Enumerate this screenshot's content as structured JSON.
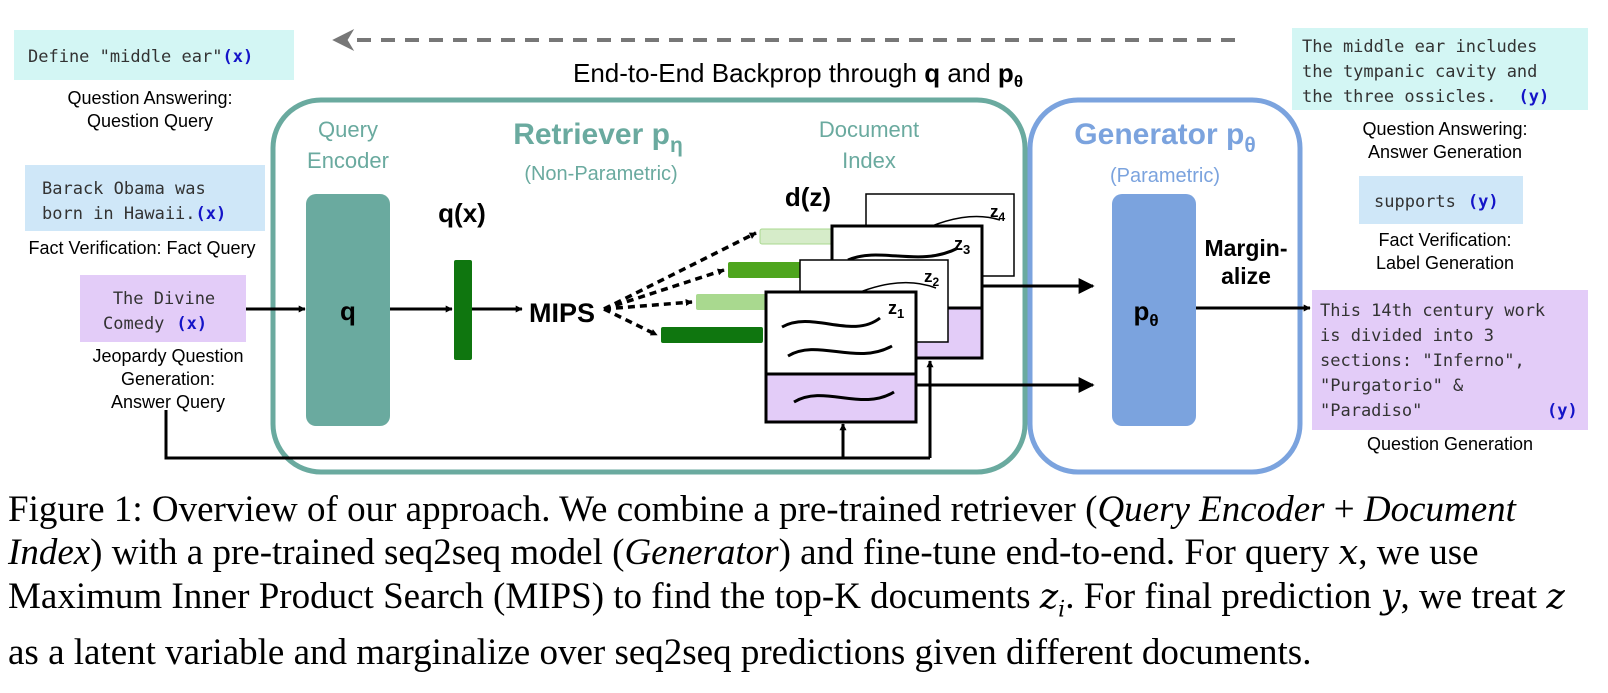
{
  "diagram": {
    "backprop_label_prefix": "End-to-End Backprop through ",
    "backprop_q": "q",
    "backprop_and": " and ",
    "backprop_p": "p",
    "backprop_p_sub": "θ",
    "inputs": {
      "qa": {
        "text_lines": [
          "Define \"middle ear\""
        ],
        "tag": "(x)",
        "label_lines": [
          "Question Answering:",
          "Question Query"
        ]
      },
      "fv": {
        "text_lines": [
          "Barack Obama was",
          "born in Hawaii."
        ],
        "tag": "(x)",
        "label_lines": [
          "Fact Verification: Fact Query"
        ]
      },
      "jeop": {
        "text_lines": [
          "The Divine",
          "Comedy"
        ],
        "tag": "(x)",
        "label_lines": [
          "Jeopardy Question",
          "Generation:",
          "Answer Query"
        ]
      }
    },
    "retriever": {
      "title": "Retriever p",
      "title_sub": "η",
      "subtitle": "(Non-Parametric)",
      "query_encoder_lines": [
        "Query",
        "Encoder"
      ],
      "encoder_block": "q",
      "qx_label": "q(x)",
      "mips_label": "MIPS",
      "document_index_lines": [
        "Document",
        "Index"
      ],
      "dz_label": "d(z)",
      "doc_labels": [
        "z",
        "z",
        "z",
        "z"
      ],
      "doc_label_subs": [
        "4",
        "3",
        "2",
        "1"
      ]
    },
    "generator": {
      "title": "Generator p",
      "title_sub": "θ",
      "subtitle": "(Parametric)",
      "block": "p",
      "block_sub": "θ",
      "marginalize_lines": [
        "Margin-",
        "alize"
      ]
    },
    "outputs": {
      "qa": {
        "text_lines": [
          "The middle ear includes",
          "the tympanic cavity and",
          "the three ossicles."
        ],
        "tag": "(y)",
        "label_lines": [
          "Question Answering:",
          "Answer Generation"
        ]
      },
      "fv": {
        "text_lines": [
          "supports"
        ],
        "tag": "(y)",
        "label_lines": [
          "Fact Verification:",
          "Label Generation"
        ]
      },
      "qg": {
        "text_lines": [
          "This 14th century work",
          "is divided into 3",
          "sections: \"Inferno\",",
          "\"Purgatorio\" &",
          "\"Paradiso\""
        ],
        "tag": "(y)",
        "label_lines": [
          "Question Generation"
        ]
      }
    },
    "colors": {
      "retriever": "#6aaa9f",
      "generator": "#7ba3de",
      "input_cyan": "#d3f6f4",
      "input_blue": "#cfe7f8",
      "input_purple": "#e3ccf8",
      "doc_purple": "#e3ccf8",
      "vector_dark": "#0f760f",
      "vector_mid": "#4ea51e",
      "vector_light": "#a9d98f",
      "vector_pale": "#d6ecc9",
      "arrow_gray": "#777777"
    }
  },
  "caption": {
    "p1": "Figure 1: Overview of our approach. We combine a pre-trained retriever (",
    "i1": "Query Encoder",
    "p2": " + ",
    "i2": "Document Index",
    "p3": ") with a pre-trained seq2seq model (",
    "i3": "Generator",
    "p4": ") and fine-tune end-to-end. For query ",
    "m1": "x",
    "p5": ", we use Maximum Inner Product Search (MIPS) to find the top-K documents ",
    "m2": "z",
    "m2_sub": "i",
    "p6": ". For final prediction ",
    "m3": "y",
    "p7": ", we treat ",
    "m4": "z",
    "p8": " as a latent variable and marginalize over seq2seq predictions given different documents."
  }
}
